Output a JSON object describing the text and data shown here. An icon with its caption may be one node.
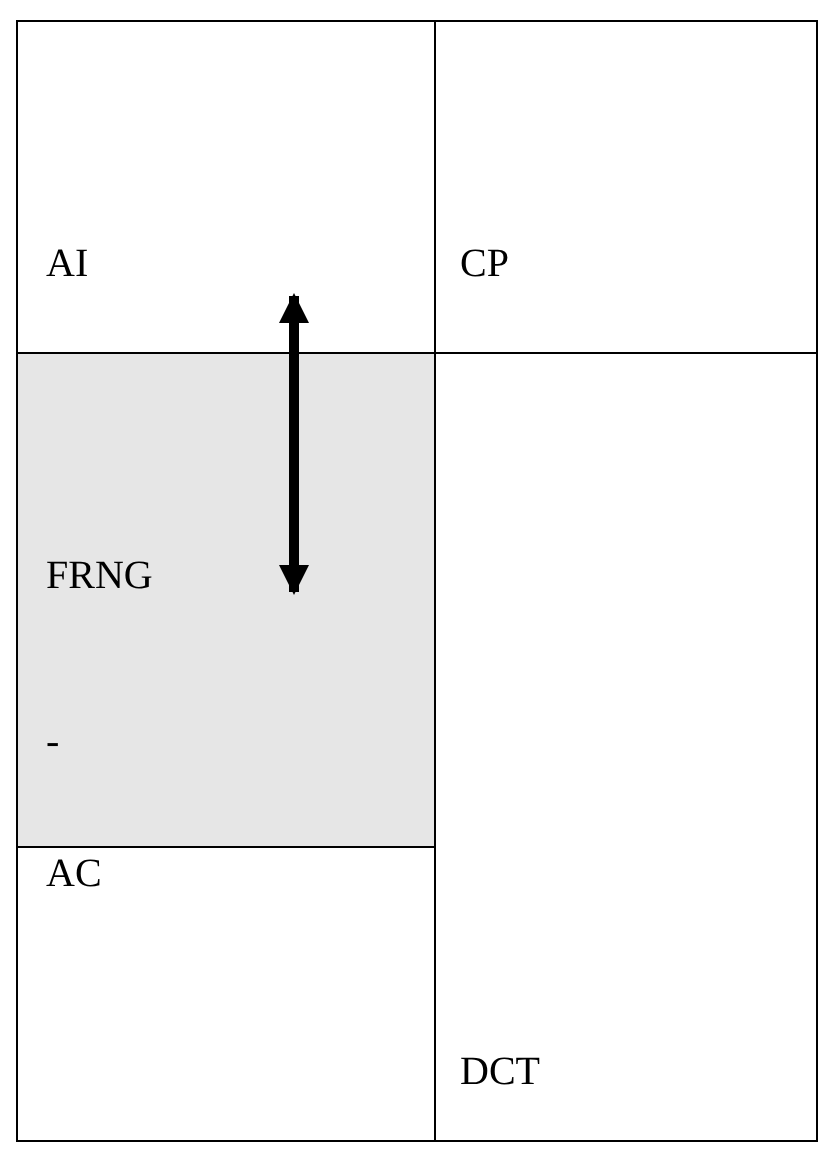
{
  "diagram": {
    "nodes": [
      {
        "text": [
          "AI"
        ]
      },
      {
        "text": [
          "CP"
        ]
      },
      {
        "text": [
          "FRNG",
          "-"
        ]
      },
      {
        "text": [
          "AC"
        ]
      },
      {
        "text": [
          "DCT"
        ]
      }
    ],
    "edges": [
      {
        "from": 0,
        "to": 2,
        "arrow": "both"
      }
    ]
  }
}
